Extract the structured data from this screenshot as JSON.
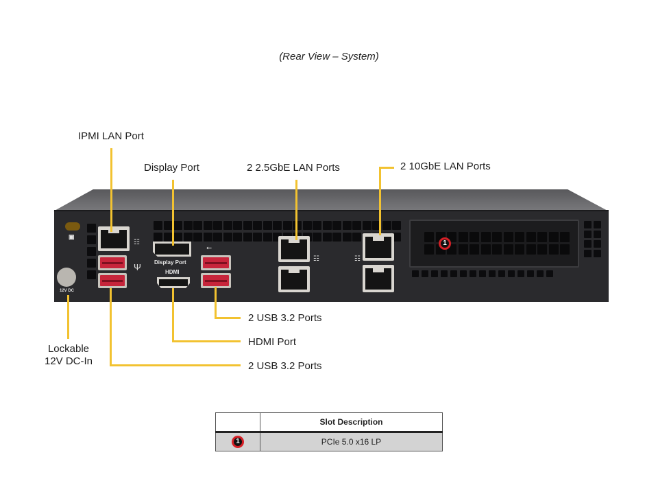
{
  "caption": "(Rear View – System)",
  "callouts": {
    "ipmi_lan": "IPMI LAN Port",
    "display_port": "Display Port",
    "lan_2_5g": "2 2.5GbE LAN Ports",
    "lan_10g": "2 10GbE LAN Ports",
    "usb_right": "2 USB 3.2 Ports",
    "hdmi": "HDMI Port",
    "usb_left": "2 USB 3.2 Ports",
    "dc_in_line1": "Lockable",
    "dc_in_line2": "12V DC-In"
  },
  "panel_labels": {
    "display_port": "Display  Port",
    "hdmi": "HDMI",
    "dc": "12V DC",
    "usb_symbol": "⭠",
    "lan_symbol": "☷"
  },
  "colors": {
    "leader_line": "#f2c230",
    "marker_ring": "#d61f26",
    "chassis": "#2a2a2d",
    "usb_port": "#c7253b"
  },
  "slot_marker": "1",
  "slot_table": {
    "headers": [
      "",
      "Slot Description"
    ],
    "rows": [
      {
        "marker": "1",
        "description": "PCIe 5.0 x16 LP"
      }
    ]
  }
}
